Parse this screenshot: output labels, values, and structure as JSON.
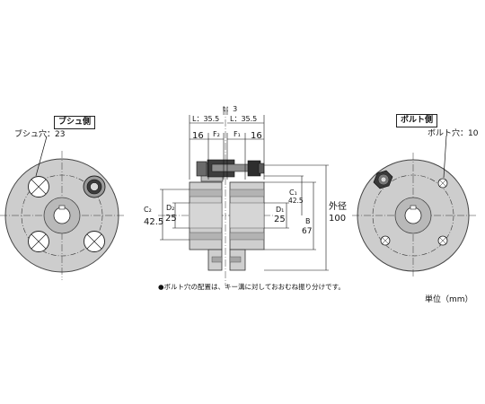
{
  "left_view": {
    "tag": "ブシュ側",
    "hole_label": "ブシュ穴：23"
  },
  "right_view": {
    "tag": "ボルト側",
    "hole_label": "ボルト穴：10"
  },
  "side_view": {
    "t_label": "t：3",
    "L_left": "L：35.5",
    "L_right": "L：35.5",
    "dim16_left": "16",
    "dim16_right": "16",
    "F2": "F₂",
    "F1": "F₁",
    "C2": "C₂",
    "C2_val": "42.5",
    "D2": "D₂",
    "D2_val": "25",
    "C1": "C₁",
    "C1_val": "42.5",
    "D1": "D₁",
    "D1_val": "25",
    "B": "B",
    "B_val": "67",
    "outer_label": "外径",
    "outer_val": "100"
  },
  "note": "●ボルト穴の配置は、キー溝に対しておおむね振り分けです。",
  "unit": "単位（mm）"
}
